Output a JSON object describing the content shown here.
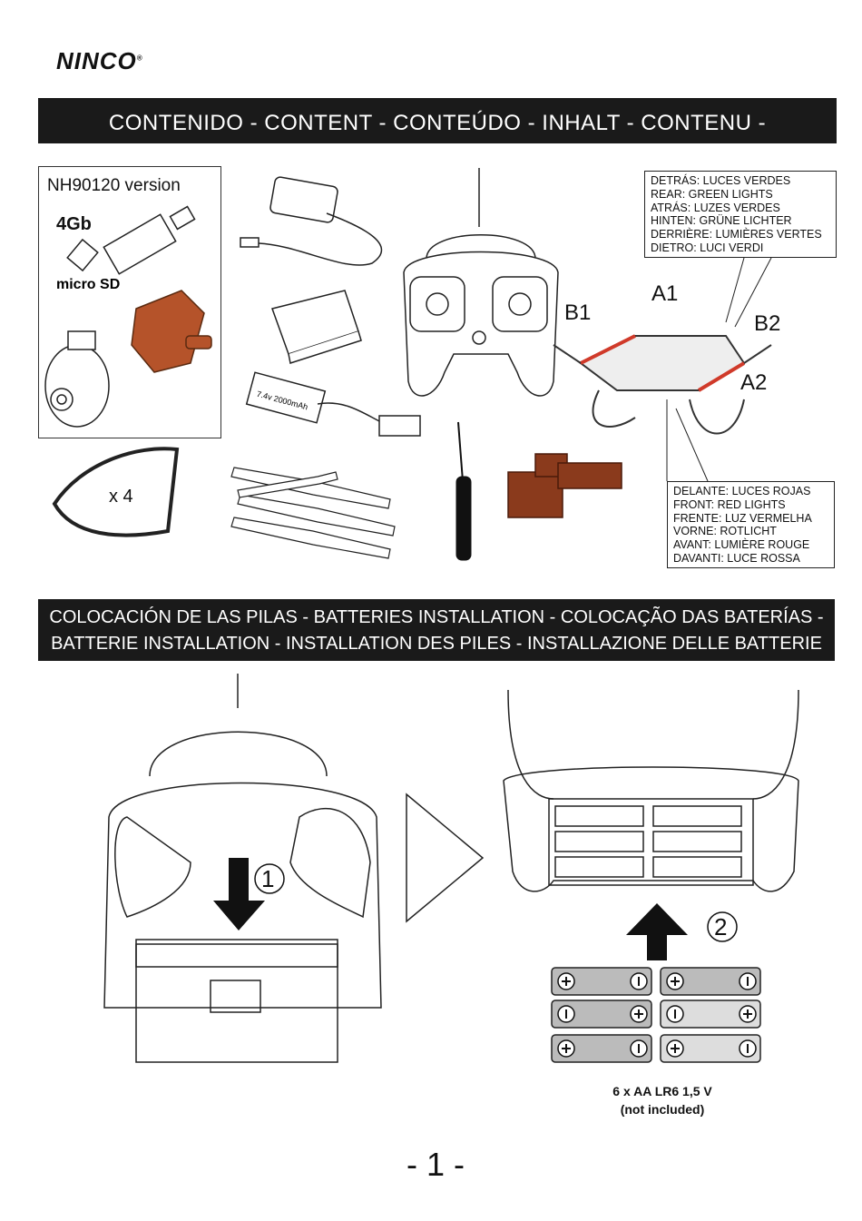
{
  "brand": {
    "logo": "NINCO",
    "reg": "®"
  },
  "section_contents": {
    "title": "CONTENIDO - CONTENT - CONTEÚDO - INHALT - CONTENU - CONTENUTO"
  },
  "version_box": {
    "title": "NH90120 version",
    "memory": "4Gb",
    "card": "micro SD"
  },
  "battery_pack": {
    "label": "7.4v 2000mAh"
  },
  "guards": {
    "count": "x 4"
  },
  "drone_labels": {
    "a1": "A1",
    "a2": "A2",
    "b1": "B1",
    "b2": "B2"
  },
  "rear_lights": [
    "DETRÁS: LUCES VERDES",
    "REAR: GREEN LIGHTS",
    "ATRÁS: LUZES VERDES",
    "HINTEN: GRÜNE LICHTER",
    "DERRIÈRE: LUMIÈRES VERTES",
    "DIETRO: LUCI VERDI"
  ],
  "front_lights": [
    "DELANTE: LUCES ROJAS",
    "FRONT: RED LIGHTS",
    "FRENTE: LUZ VERMELHA",
    "VORNE: ROTLICHT",
    "AVANT: LUMIÈRE ROUGE",
    "DAVANTI: LUCE ROSSA"
  ],
  "section_batteries": {
    "line1": "COLOCACIÓN DE LAS PILAS - BATTERIES INSTALLATION - COLOCAÇÃO DAS BATERÍAS -",
    "line2": "BATTERIE INSTALLATION - INSTALLATION DES PILES - INSTALLAZIONE DELLE BATTERIE"
  },
  "steps": {
    "one": "1",
    "two": "2"
  },
  "battery_note": {
    "line1": "6 x AA LR6 1,5 V",
    "line2": "(not included)"
  },
  "page_number": "- 1 -",
  "colors": {
    "band": "#1a1a1a",
    "propeller_orange": "#b5532a",
    "drone_red": "#d03a2a"
  }
}
